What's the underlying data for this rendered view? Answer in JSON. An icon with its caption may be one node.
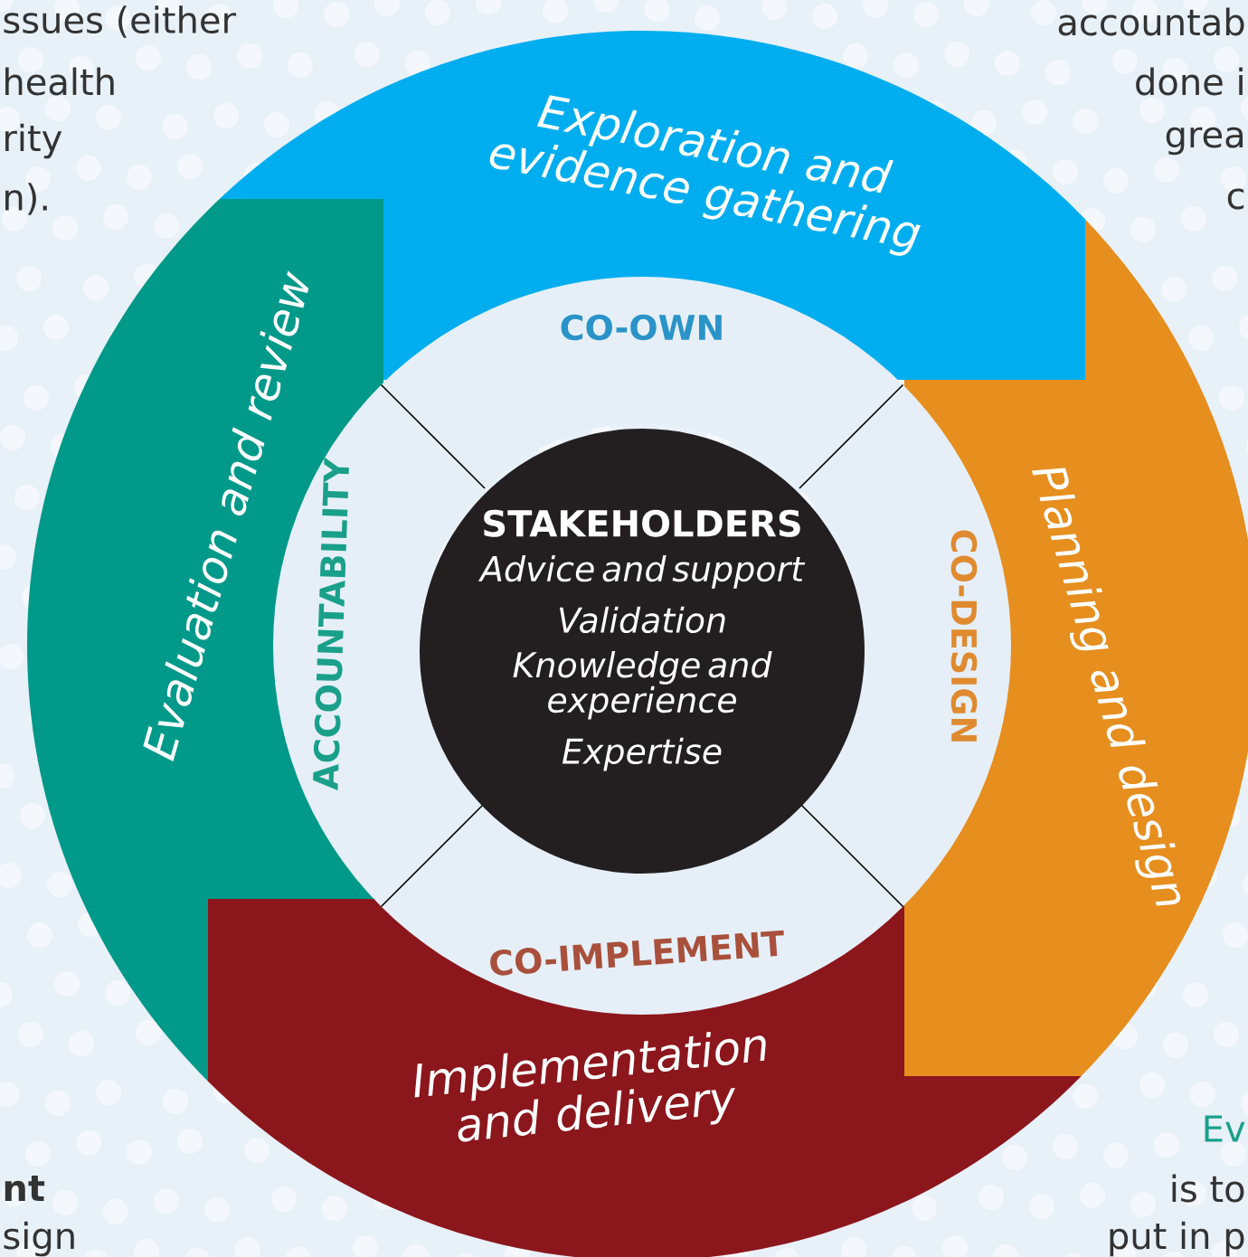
{
  "diagram": {
    "nodes": [
      {
        "text": [
          "Exploration and evidence gathering"
        ]
      },
      {
        "text": [
          "Planning and design"
        ]
      },
      {
        "text": [
          "Implementation and delivery"
        ]
      },
      {
        "text": [
          "Evaluation and review"
        ]
      },
      {
        "text": [
          "CO-OWN"
        ]
      },
      {
        "text": [
          "CO-DESIGN"
        ]
      },
      {
        "text": [
          "CO-IMPLEMENT"
        ]
      },
      {
        "text": [
          "ACCOUNTABILITY"
        ]
      },
      {
        "text": [
          "STAKEHOLDERS",
          "Advice and support",
          "Validation",
          "Knowledge and experience",
          "Expertise"
        ]
      }
    ],
    "labels": [
      "ssues (either",
      "health",
      "rity",
      "n).",
      "accountab",
      "done i",
      "grea",
      "c",
      "**nt**",
      "sign",
      "Ev",
      "is to",
      "put in p"
    ]
  }
}
